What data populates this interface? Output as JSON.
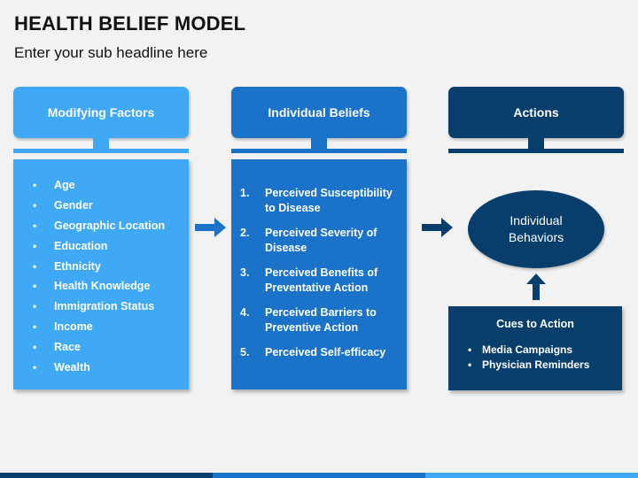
{
  "title": "HEALTH BELIEF MODEL",
  "subtitle": "Enter your sub headline here",
  "columns": [
    {
      "header": "Modifying Factors",
      "color": "#3fa9f5",
      "items": [
        "Age",
        "Gender",
        "Geographic Location",
        "Education",
        "Ethnicity",
        "Health Knowledge",
        "Immigration Status",
        "Income",
        "Race",
        "Wealth"
      ]
    },
    {
      "header": "Individual Beliefs",
      "color": "#1a73c9",
      "items": [
        {
          "num": "1.",
          "text": "Perceived Susceptibility to Disease"
        },
        {
          "num": "2.",
          "text": "Perceived Severity of Disease"
        },
        {
          "num": "3.",
          "text": "Perceived Benefits of Preventative Action"
        },
        {
          "num": "4.",
          "text": "Perceived Barriers to Preventive Action"
        },
        {
          "num": "5.",
          "text": "Perceived Self-efficacy"
        }
      ]
    },
    {
      "header": "Actions",
      "color": "#083e6b",
      "outcome": "Individual Behaviors",
      "cues": {
        "title": "Cues to Action",
        "items": [
          "Media Campaigns",
          "Physician Reminders"
        ]
      }
    }
  ],
  "arrow_color": "#1a73c9",
  "bottom_bar_colors": [
    "#083e6b",
    "#1a73c9",
    "#3fa9f5"
  ]
}
